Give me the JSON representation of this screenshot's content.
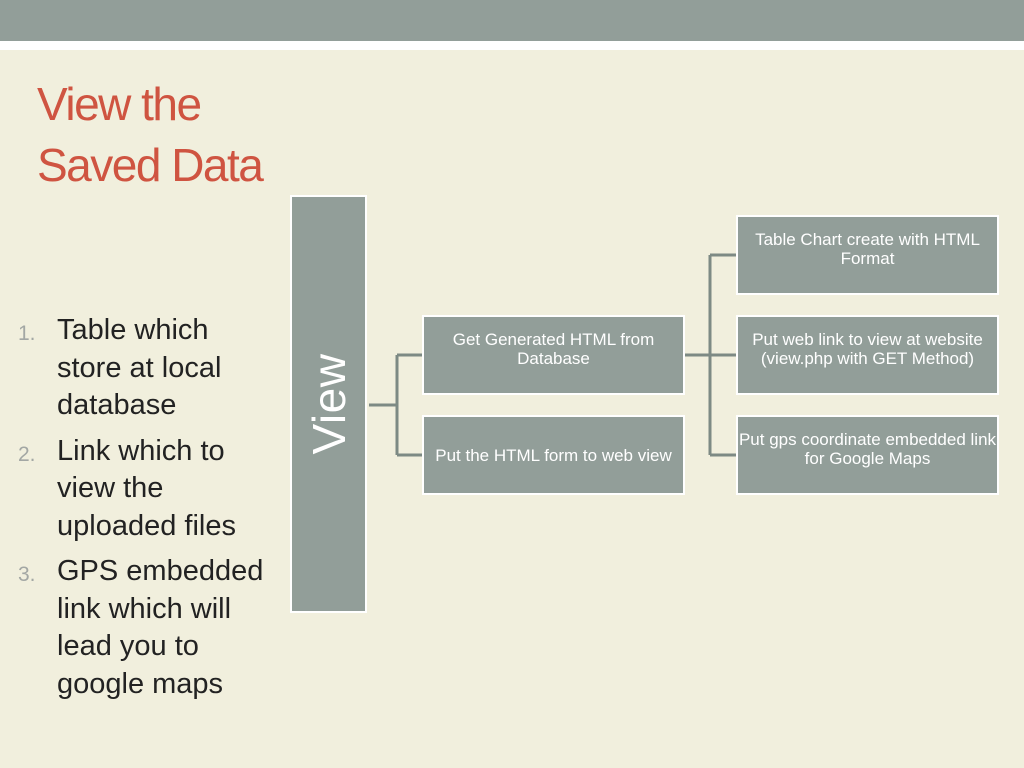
{
  "slide": {
    "title": "View the Saved Data",
    "bullets": [
      {
        "number": "1.",
        "text": "Table which store at local database"
      },
      {
        "number": "2.",
        "text": "Link which to view the uploaded files"
      },
      {
        "number": "3.",
        "text": "GPS embedded link which will lead you to google maps"
      }
    ]
  },
  "diagram": {
    "root": "View",
    "level2": {
      "html_from_db": "Get Generated HTML from Database",
      "html_form": "Put the HTML form to web view"
    },
    "level3": {
      "table_chart": "Table Chart create with HTML Format",
      "web_link": "Put web link to view at website (view.php with GET Method)",
      "gps_link": "Put gps coordinate embedded link for Google Maps"
    }
  },
  "colors": {
    "background": "#f1efdd",
    "box_fill": "#929e99",
    "title": "#cf5441",
    "connector": "#7d8a84"
  }
}
